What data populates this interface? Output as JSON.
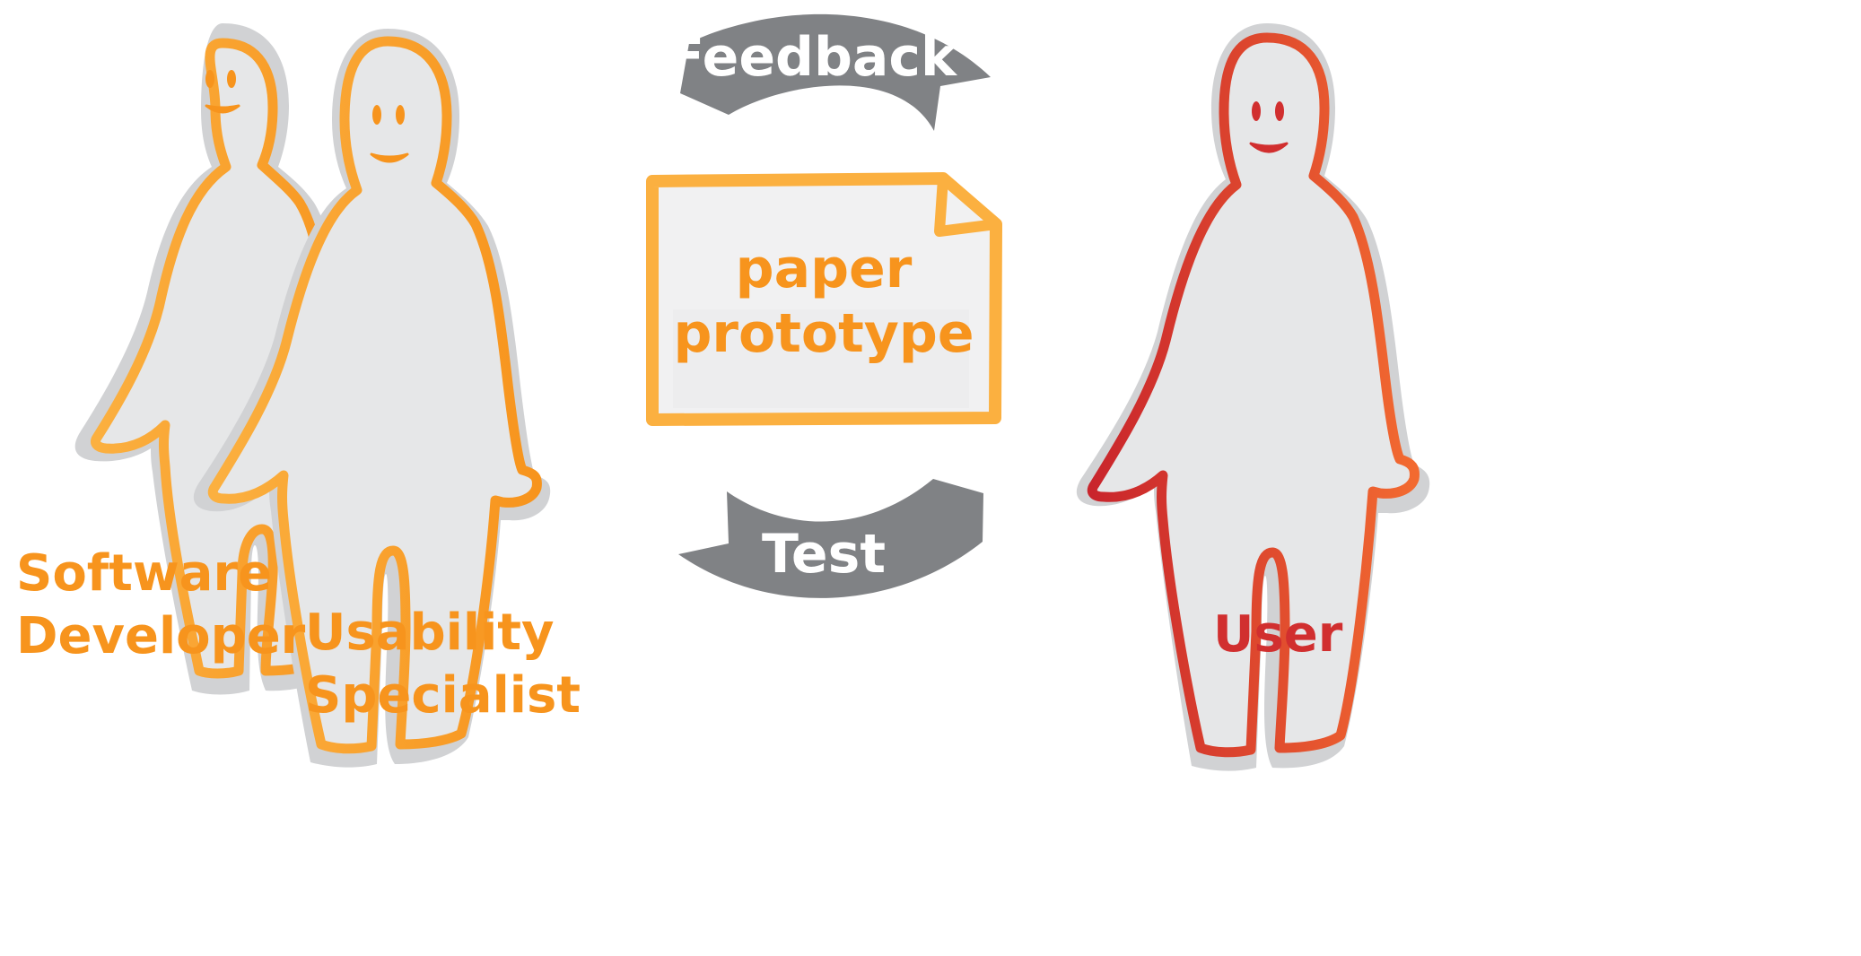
{
  "arrows": {
    "top_label": "Feedback",
    "bottom_label": "Test"
  },
  "prototype": {
    "line1": "paper",
    "line2": "prototype"
  },
  "people": {
    "developer": {
      "line1": "Software",
      "line2": "Developer"
    },
    "specialist": {
      "line1": "Usability",
      "line2": "Specialist"
    },
    "user": {
      "line1": "User"
    }
  },
  "colors": {
    "orange": "#F7941D",
    "orange_light": "#FBB040",
    "red": "#D12F2F",
    "red_orange": "#F05A28",
    "arrow_gray": "#808285",
    "figure_fill": "#E6E7E8",
    "figure_halo": "#CFCFD1",
    "paper_fill": "#F1F1F2"
  }
}
